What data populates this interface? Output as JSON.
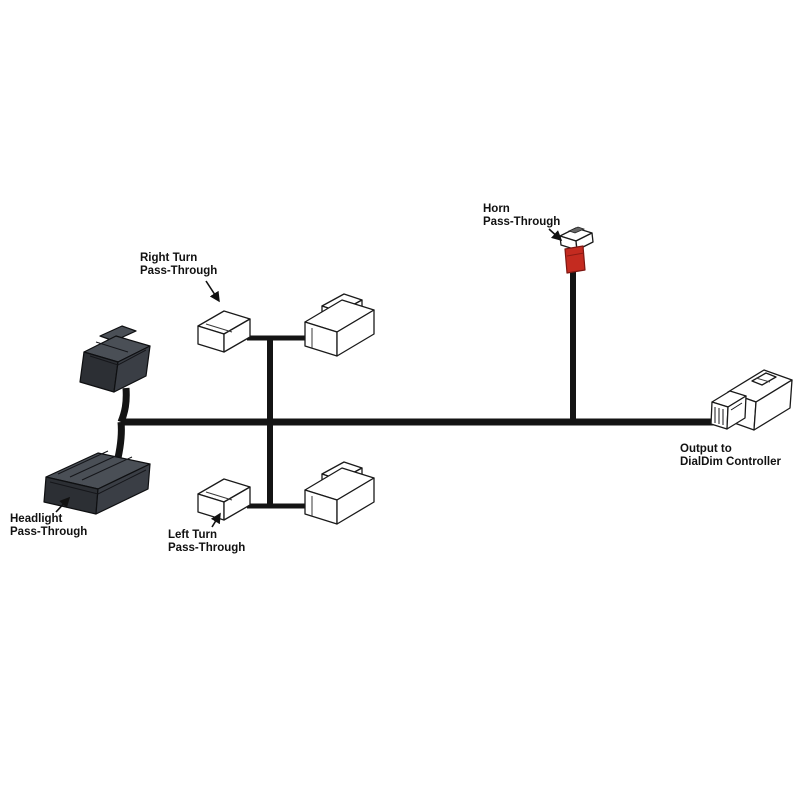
{
  "colors": {
    "wire": "#141414",
    "outline": "#1a1a1a",
    "label_text": "#111111",
    "horn_sleeve": "#c42b20",
    "connector_dark_top": "#4a4f56",
    "connector_dark_front": "#2c2f34",
    "connector_dark_side": "#3a3e45"
  },
  "labels": {
    "headlight": "Headlight\nPass-Through",
    "right_turn": "Right Turn\nPass-Through",
    "left_turn": "Left Turn\nPass-Through",
    "horn": "Horn\nPass-Through",
    "output": "Output to\nDialDim Controller"
  }
}
